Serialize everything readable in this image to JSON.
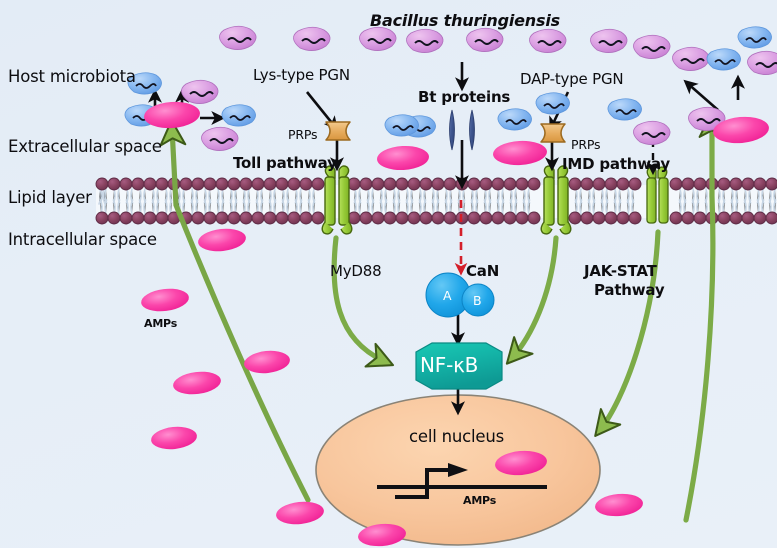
{
  "figure": {
    "title": "Bacillus thuringiensis",
    "background_color": "#e5edf7",
    "type": "biological-signaling-pathway-diagram"
  },
  "region_labels": {
    "host_microbiota": "Host microbiota",
    "extracellular": "Extracellular space",
    "lipid_layer": "Lipid layer",
    "intracellular": "Intracellular space"
  },
  "ligand_labels": {
    "lys_pgn": "Lys-type PGN",
    "bt_proteins": "Bt proteins",
    "dap_pgn": "DAP-type PGN",
    "prps_left": "PRPs",
    "prps_right": "PRPs"
  },
  "pathway_labels": {
    "toll": "Toll pathway",
    "imd": "IMD pathway",
    "myd88": "MyD88",
    "jak_stat_line1": "JAK-STAT",
    "jak_stat_line2": "Pathway"
  },
  "nodes": {
    "can": "CaN",
    "can_subunit_a": "A",
    "can_subunit_b": "B",
    "nfkb": "NF-κB",
    "nucleus": "cell nucleus",
    "amps_gene": "AMPs",
    "amps_cytosol": "AMPs"
  },
  "colors": {
    "background": "#e5edf7",
    "membrane_head": "#7b3b5e",
    "membrane_head_fill": "#8d4466",
    "membrane_tail": "#f2f6fb",
    "receptor_green": "#9ccf3f",
    "receptor_outline": "#4a6b16",
    "amp_pink": "#f93ea8",
    "bacteria_purple": "#d79ae0",
    "bacteria_blue": "#7fb3ef",
    "prps_tan": "#e8b268",
    "can_blue": "#1ca6e9",
    "nfkb_teal": "#16b9ab",
    "nucleus_peach": "#f8c9a0",
    "arrow_green": "#7cad4a",
    "arrow_black": "#0d0d10",
    "arrow_red": "#e01b24"
  },
  "chart_data": {
    "type": "diagram",
    "bacteria_purple_count": 16,
    "bacteria_blue_count": 9,
    "amp_ellipse_count": 14,
    "receptor_sites": 3,
    "transduction_arrows": [
      "MyD88",
      "IMD",
      "JAK-STAT",
      "AMP-secretion"
    ]
  }
}
